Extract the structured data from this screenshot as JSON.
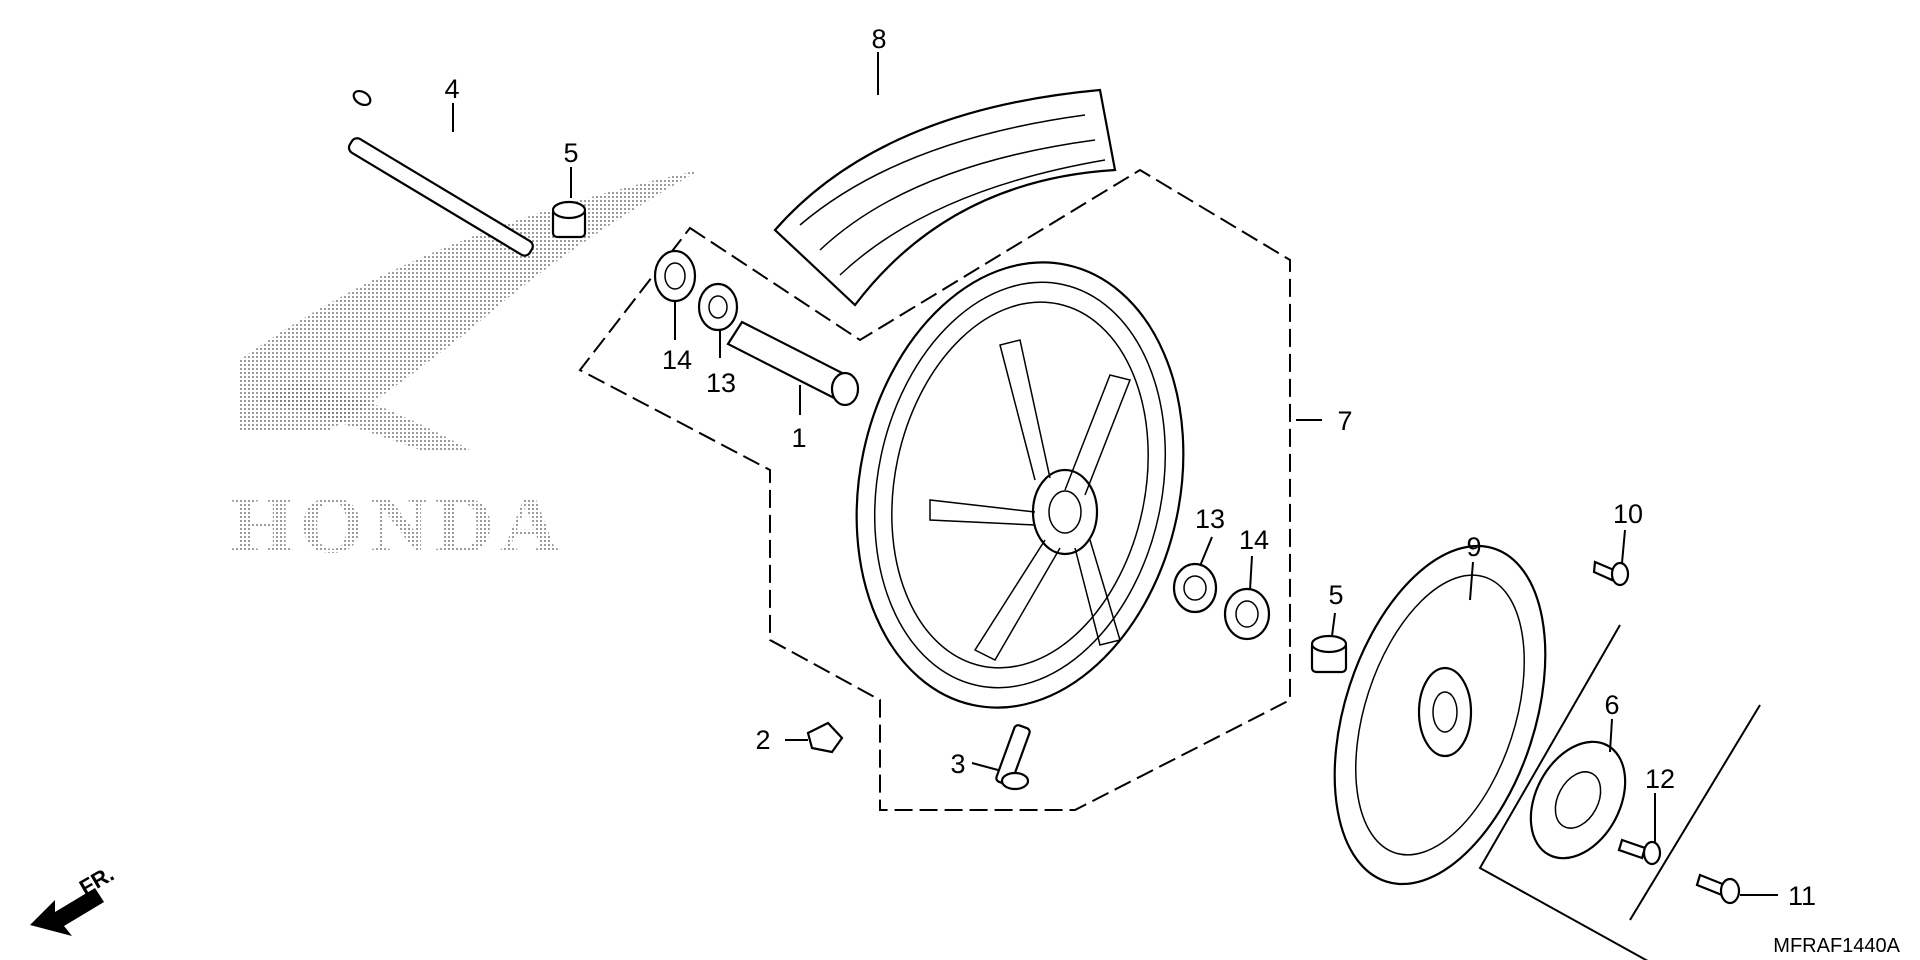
{
  "diagram": {
    "brand_logo_text": "HONDA",
    "direction_label": "FR.",
    "diagram_code": "MFRAF1440A",
    "callouts": {
      "c1": "1",
      "c2": "2",
      "c3": "3",
      "c4": "4",
      "c5a": "5",
      "c5b": "5",
      "c6": "6",
      "c7": "7",
      "c8": "8",
      "c9": "9",
      "c10": "10",
      "c11": "11",
      "c12": "12",
      "c13a": "13",
      "c13b": "13",
      "c14a": "14",
      "c14b": "14"
    }
  }
}
